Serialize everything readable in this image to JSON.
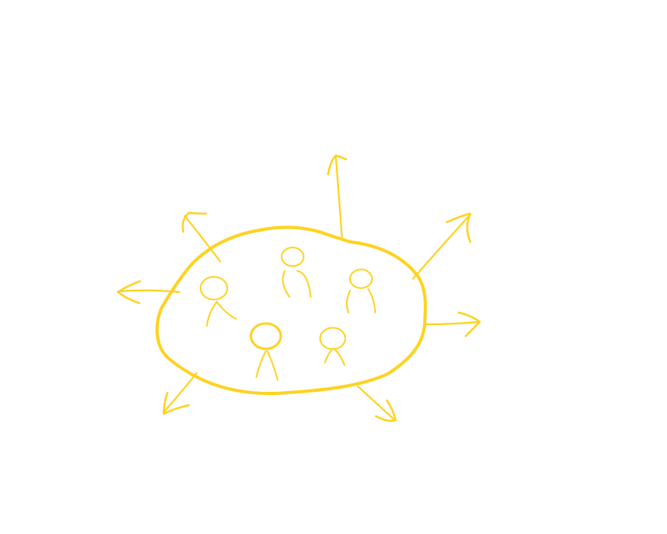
{
  "diagram": {
    "stroke_color": "#FFD21F",
    "background_color": "#FFFFFF",
    "group_shape": "blob",
    "people_count": 5,
    "arrow_count": 7
  }
}
